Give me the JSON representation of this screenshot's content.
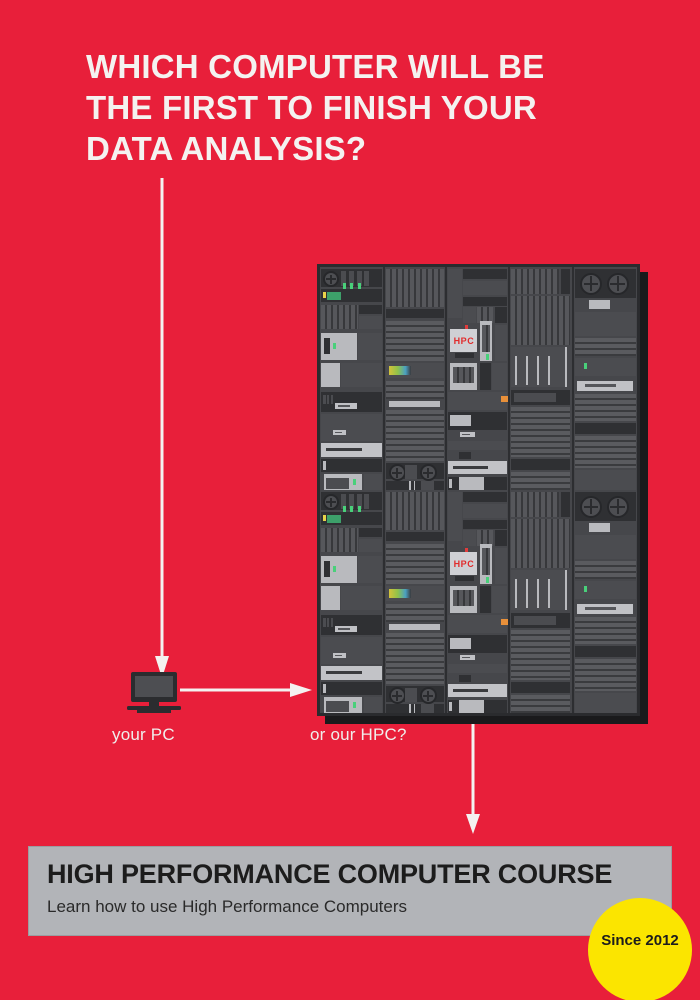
{
  "poster": {
    "background_color": "#e81f3a",
    "headline": "WHICH COMPUTER WILL BE\nTHE FIRST TO FINISH YOUR\nDATA ANALYSIS?"
  },
  "diagram": {
    "pc_label": "your PC",
    "hpc_label": "or our HPC?",
    "rack_brand_label": "HPC",
    "rack_brand_color": "#e12b2b"
  },
  "banner": {
    "title": "HIGH PERFORMANCE COMPUTER COURSE",
    "subtitle": "Learn how to use High Performance Computers",
    "background_color": "#b2b4b8"
  },
  "badge": {
    "text": "Since 2012",
    "background_color": "#fbe500"
  }
}
